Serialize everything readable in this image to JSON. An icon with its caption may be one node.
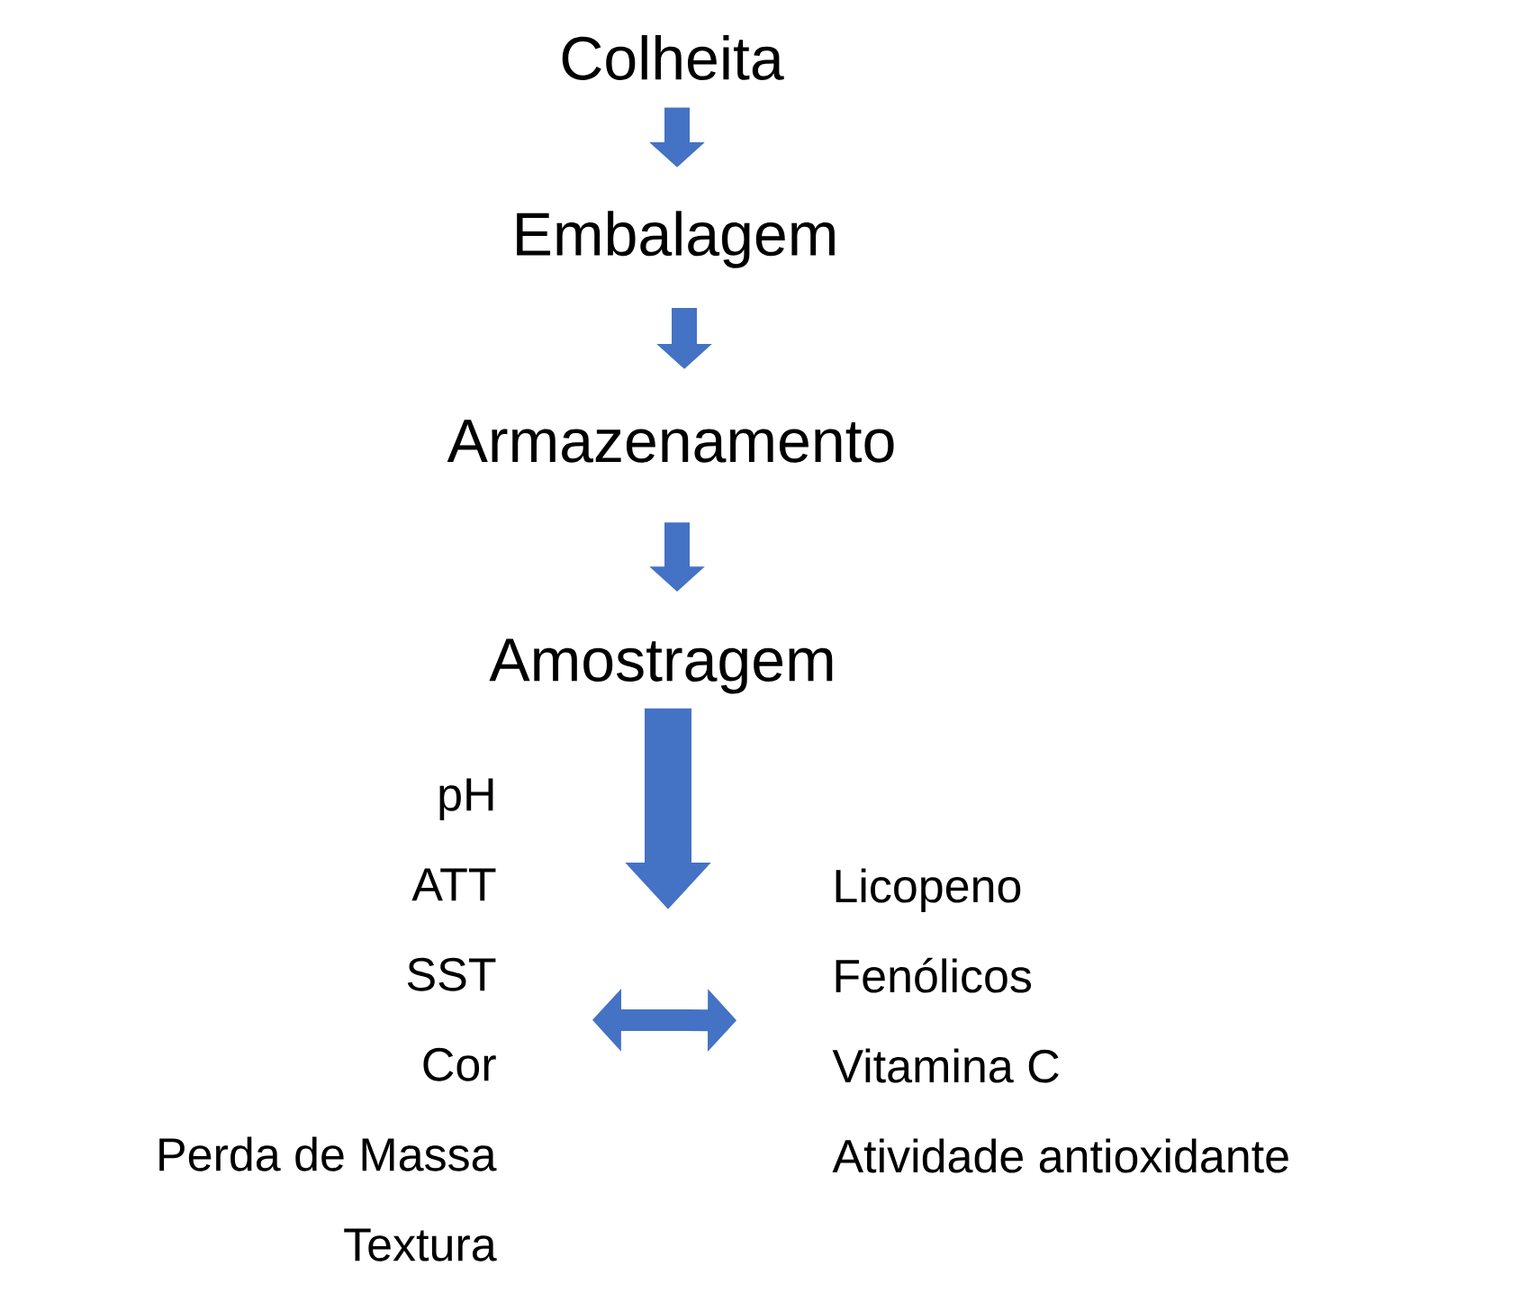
{
  "diagram": {
    "nodes": [
      {
        "text": [
          "Colheita"
        ]
      },
      {
        "text": [
          "Embalagem"
        ]
      },
      {
        "text": [
          "Armazenamento"
        ]
      },
      {
        "text": [
          "Amostragem"
        ]
      },
      {
        "text": [
          "pH",
          "ATT",
          "SST",
          "Cor",
          "Perda de Massa",
          "Textura"
        ]
      },
      {
        "text": [
          "Licopeno",
          "Fenólicos",
          "Vitamina C",
          "Atividade antioxidante"
        ]
      }
    ],
    "edges": [
      {
        "from": 0,
        "to": 1,
        "arrow": "to"
      },
      {
        "from": 1,
        "to": 2,
        "arrow": "to"
      },
      {
        "from": 2,
        "to": 3,
        "arrow": "to"
      },
      {
        "from": 3,
        "to": null,
        "arrow": "to",
        "style": "thick"
      },
      {
        "from": 4,
        "to": 5,
        "arrow": "both"
      }
    ]
  }
}
